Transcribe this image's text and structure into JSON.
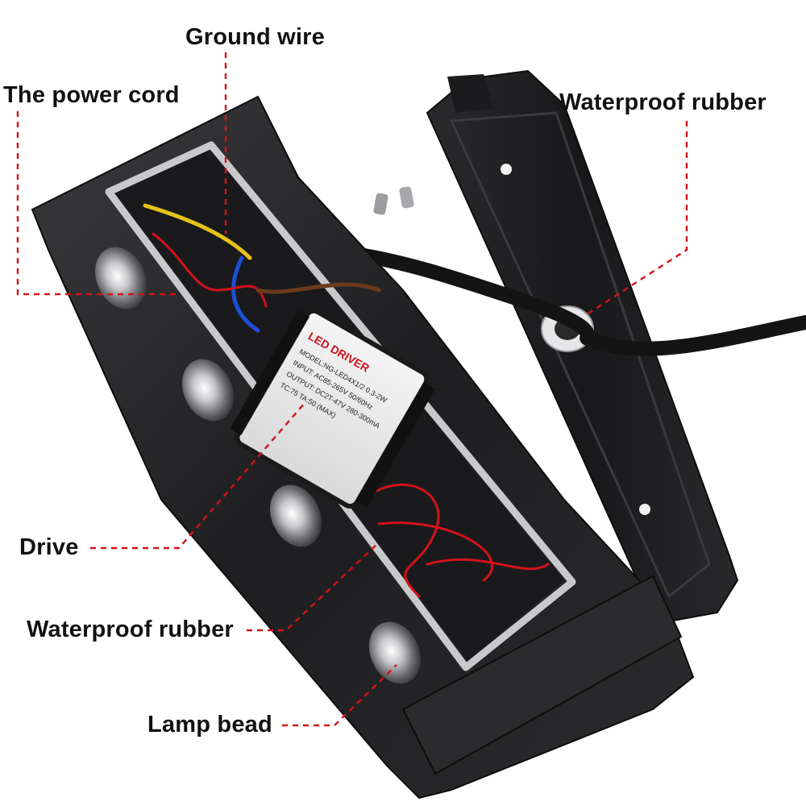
{
  "labels": {
    "ground_wire": "Ground wire",
    "power_cord": "The power cord",
    "waterproof_rubber_top": "Waterproof rubber",
    "drive": "Drive",
    "waterproof_rubber_bottom": "Waterproof rubber",
    "lamp_bead": "Lamp bead"
  },
  "driver_box": {
    "title": "LED DRIVER",
    "model": "MODEL:NG-LED4X1/2 0.3-2W",
    "input": "INPUT: AC85-265V 50/60Hz",
    "output": "OUTPUT: DC2T-47V 280-300mA",
    "rating": "TC:75 TA:50 (MAX)"
  },
  "colors": {
    "leader_line": "#d4141a",
    "housing": "#232325",
    "rubber_gasket": "#c9c9cb",
    "wire_red": "#d3121a",
    "wire_blue": "#1d4fd6",
    "wire_yellow": "#e6c21a",
    "cord_black": "#141414"
  }
}
